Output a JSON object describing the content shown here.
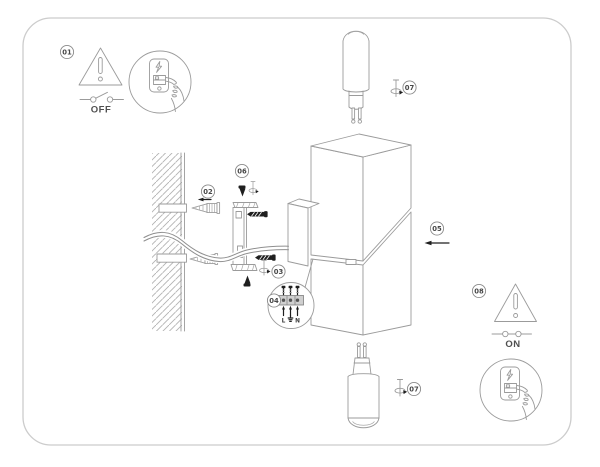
{
  "colors": {
    "line": "#9b9b9b",
    "dark_fill": "#1f1f1f",
    "label_text": "#4f4f4f",
    "frame": "#cccccc",
    "background": "#ffffff"
  },
  "badges": {
    "step1": "01",
    "step2": "02",
    "step3": "03",
    "step4": "04",
    "step5": "05",
    "step6": "06",
    "step7_top": "07",
    "step7_bottom": "07",
    "step8": "08"
  },
  "labels": {
    "power_off": "OFF",
    "power_on": "ON",
    "terminal_live": "L",
    "terminal_neutral": "N"
  }
}
